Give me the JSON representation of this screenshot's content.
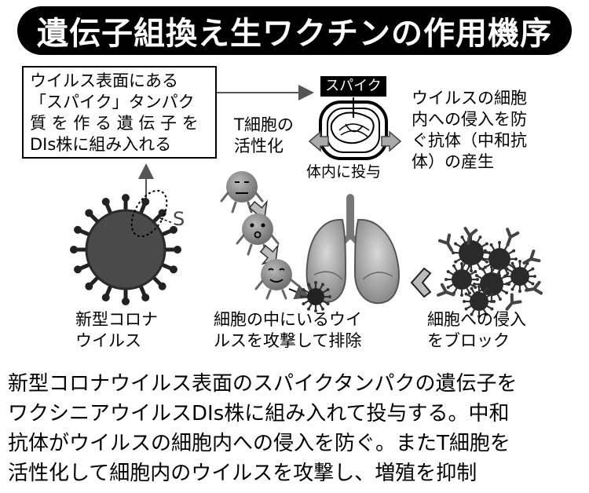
{
  "title": "遺伝子組換え生ワクチンの作用機序",
  "gene_box": {
    "lines": [
      "ウイルス表面にある",
      "「スパイク」タンパク",
      "質 を 作 る 遺 伝 子 を",
      "DIs株に組み入れる"
    ]
  },
  "spike_label": "スパイク",
  "t_cell_label": {
    "lines": [
      "T細胞の",
      "活性化"
    ]
  },
  "antibody_label": {
    "lines": [
      "ウイルスの細胞",
      "内への侵入を防",
      "ぐ抗体（中和抗",
      "体）の産生"
    ]
  },
  "dose_label": "体内に投与",
  "s_label": "S",
  "virus_label": {
    "lines": [
      "新型コロナ",
      "ウイルス"
    ]
  },
  "attack_label": {
    "lines": [
      "細胞の中にいるウイ",
      "ルスを攻撃して排除"
    ]
  },
  "block_label": {
    "lines": [
      "細胞への侵入",
      "をブロック"
    ]
  },
  "description": {
    "lines": [
      "新型コロナウイルス表面のスパイクタンパクの遺伝子を",
      "ワクシニアウイルスDIs株に組み入れて投与する。中和",
      "抗体がウイルスの細胞内への侵入を防ぐ。またT細胞を",
      "活性化して細胞内のウイルスを攻撃し、増殖を抑制"
    ]
  }
}
